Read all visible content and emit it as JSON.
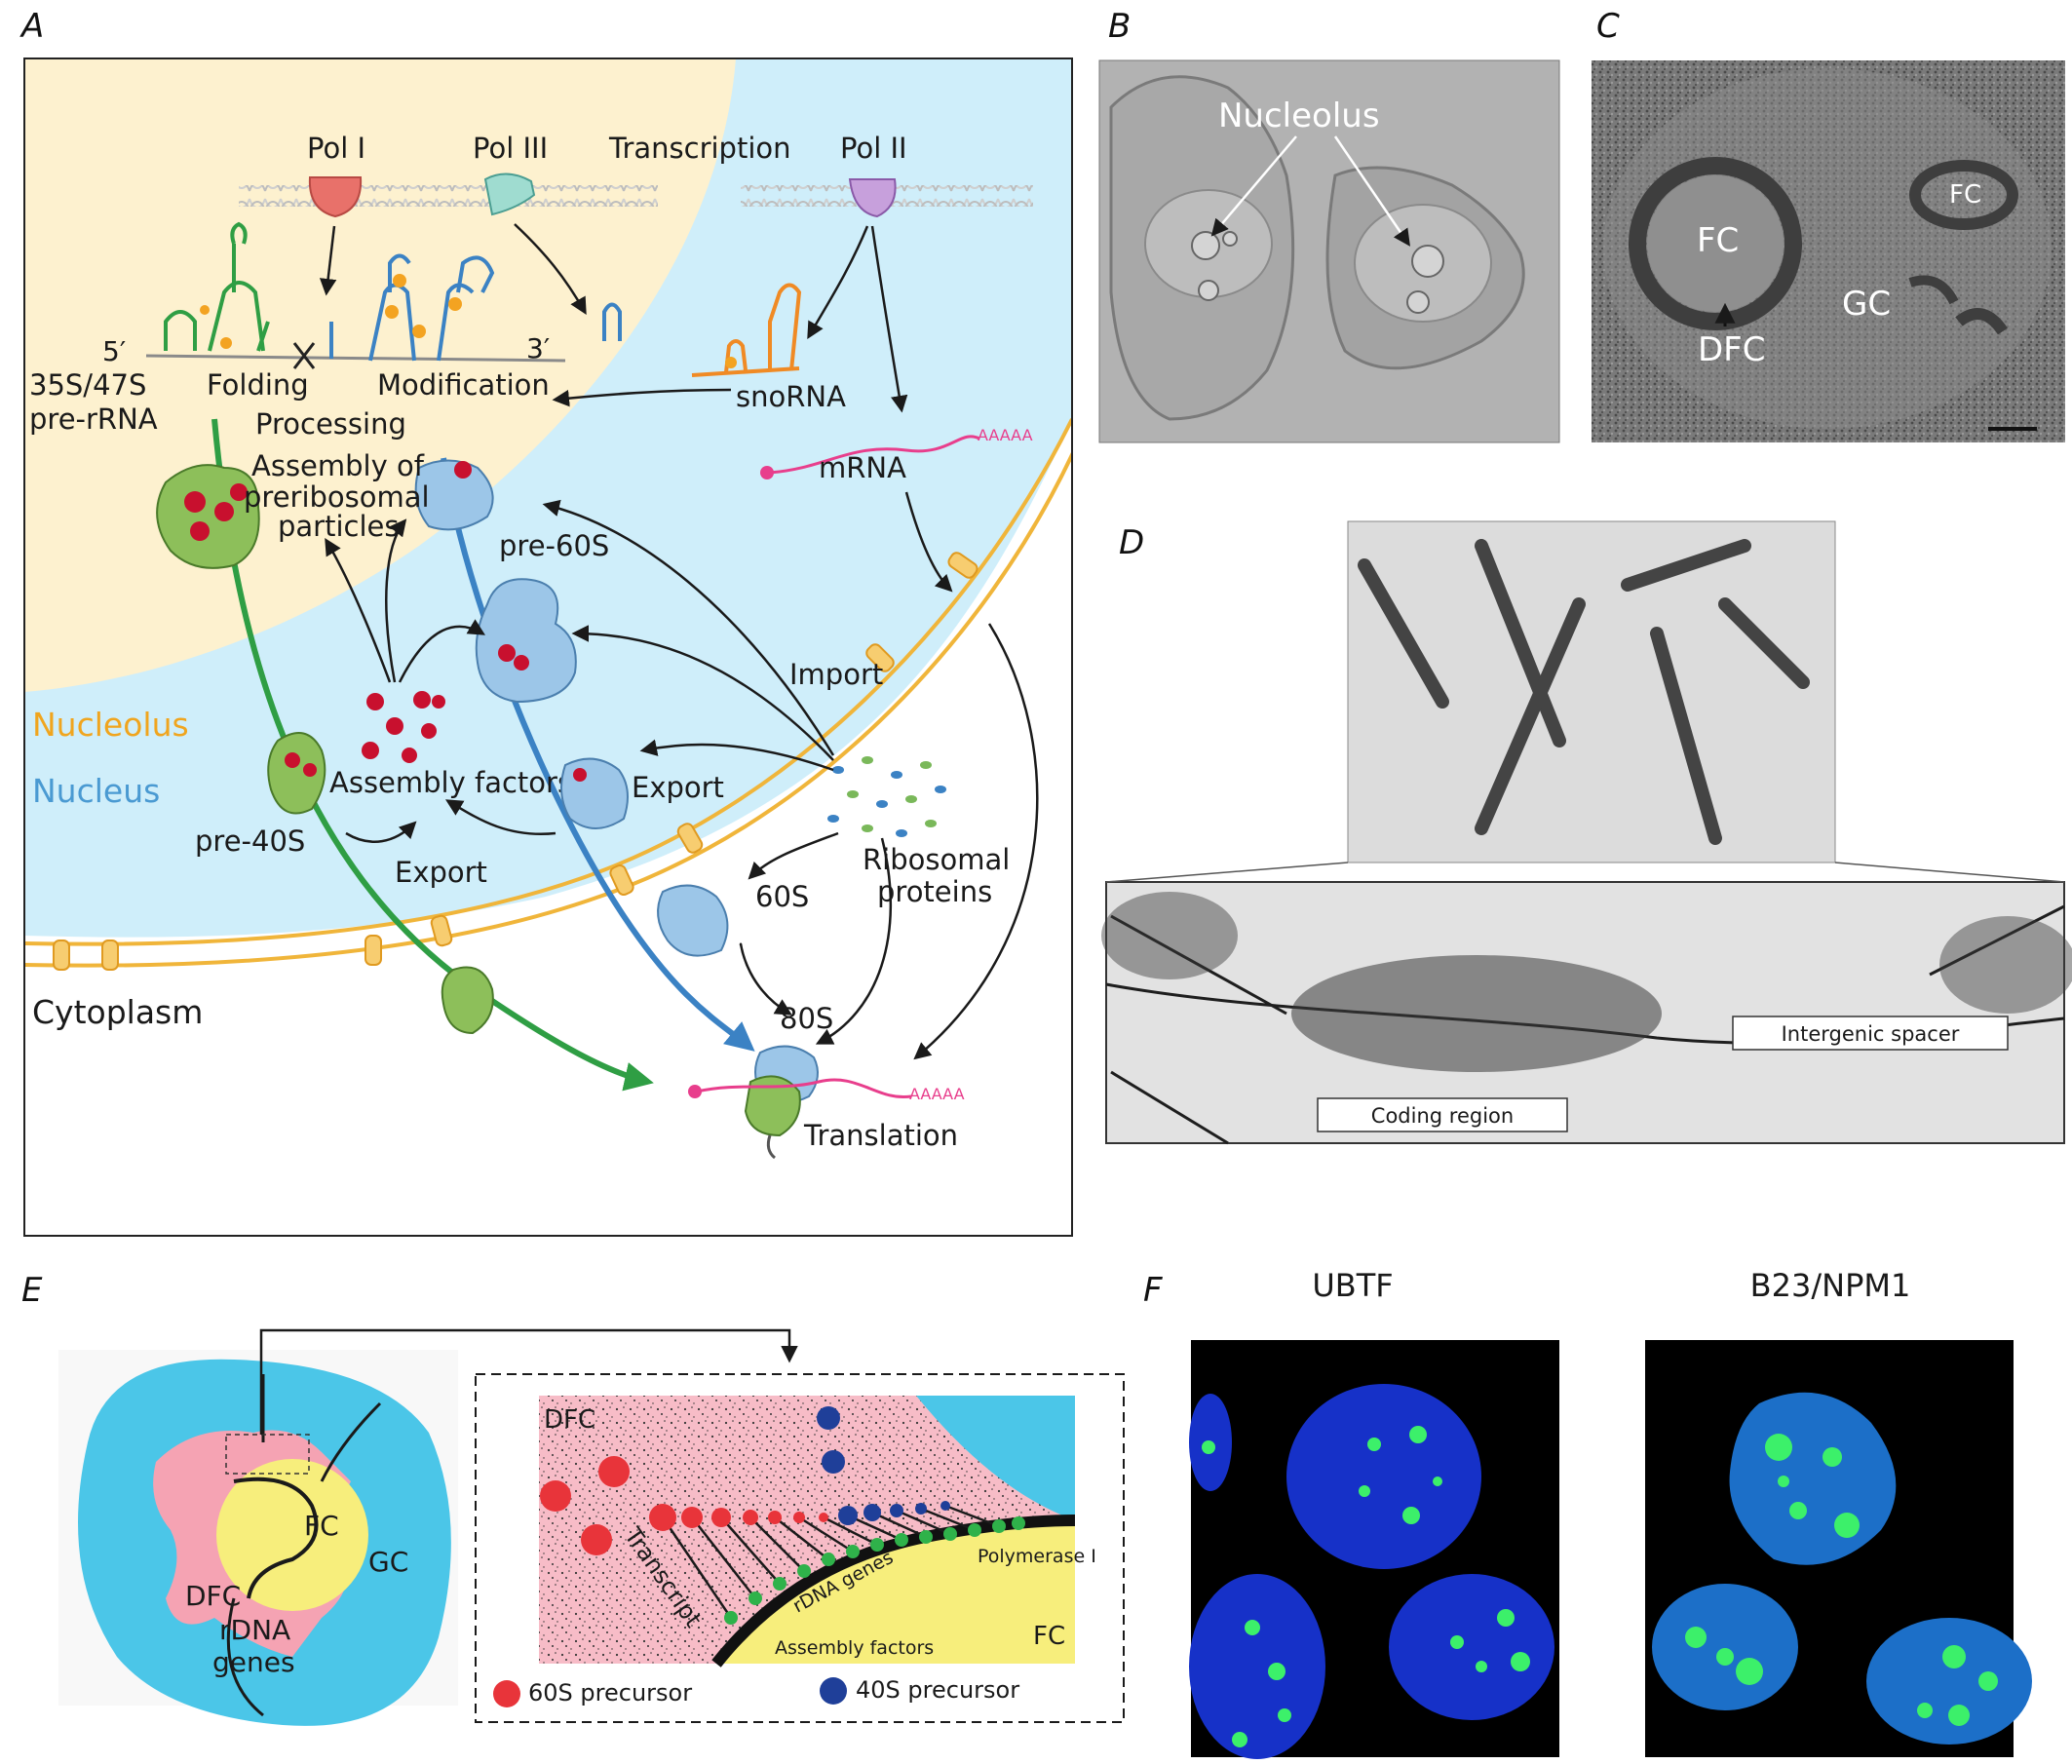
{
  "panels": {
    "a": "A",
    "b": "B",
    "c": "C",
    "d": "D",
    "e": "E",
    "f": "F"
  },
  "panel_a": {
    "pol1": "Pol I",
    "pol3": "Pol III",
    "transcription": "Transcription",
    "pol2": "Pol II",
    "five_prime": "5′",
    "three_prime": "3′",
    "pre_rrna_line1": "35S/47S",
    "pre_rrna_line2": "pre-rRNA",
    "folding": "Folding",
    "modification": "Modification",
    "processing": "Processing",
    "snorna": "snoRNA",
    "mrna": "mRNA",
    "polya": "AAAAA",
    "assembly_line1": "Assembly of",
    "assembly_line2": "preribosomal",
    "assembly_line3": "particles",
    "pre60s": "pre-60S",
    "import": "Import",
    "nucleolus": "Nucleolus",
    "nucleus": "Nucleus",
    "assembly_factors": "Assembly factors",
    "export_right": "Export",
    "export_bottom": "Export",
    "pre40s": "pre-40S",
    "s60": "60S",
    "ribosomal_line1": "Ribosomal",
    "ribosomal_line2": "proteins",
    "cytoplasm": "Cytoplasm",
    "s80": "80S",
    "translation": "Translation"
  },
  "panel_b": {
    "nucleolus": "Nucleolus"
  },
  "panel_c": {
    "fc_main": "FC",
    "fc_small": "FC",
    "gc": "GC",
    "dfc": "DFC"
  },
  "panel_d": {
    "intergenic": "Intergenic spacer",
    "coding": "Coding region"
  },
  "panel_e": {
    "dfc": "DFC",
    "fc": "FC",
    "gc": "GC",
    "rdna_line1": "rDNA",
    "rdna_line2": "genes",
    "zoom_dfc": "DFC",
    "transcript": "Transcript",
    "rdna_genes": "rDNA genes",
    "polymerase": "Polymerase I",
    "assembly_factors": "Assembly factors",
    "zoom_fc": "FC",
    "legend_60s": "60S precursor",
    "legend_40s": "40S precursor"
  },
  "panel_f": {
    "ubtf": "UBTF",
    "b23": "B23/NPM1"
  },
  "colors": {
    "nucleolus_bg": "#fdf1cf",
    "nucleus_bg": "#cfeefa",
    "membrane": "#f0b53a",
    "nucleolus_text": "#f0a51e",
    "nucleus_text": "#4a9ad2",
    "pol1": "#e8716a",
    "pol3": "#7fcfc2",
    "pol2": "#b184c8",
    "green_rna": "#2f9e44",
    "blue_rna": "#3b82c4",
    "snorna": "#f08a24",
    "mrna": "#e83e8c",
    "factor_red": "#c8102e",
    "subunit_blue": "#9cc6e8",
    "subunit_green": "#8dbf5a",
    "dfc_pink": "#f5a3b3",
    "gc_cyan": "#4bc6e8",
    "fc_yellow": "#f7ee7c",
    "precursor_60s": "#e8343a",
    "precursor_40s": "#1f3f99",
    "fluor_blue": "#1631c8",
    "fluor_green": "#3cf06a"
  }
}
